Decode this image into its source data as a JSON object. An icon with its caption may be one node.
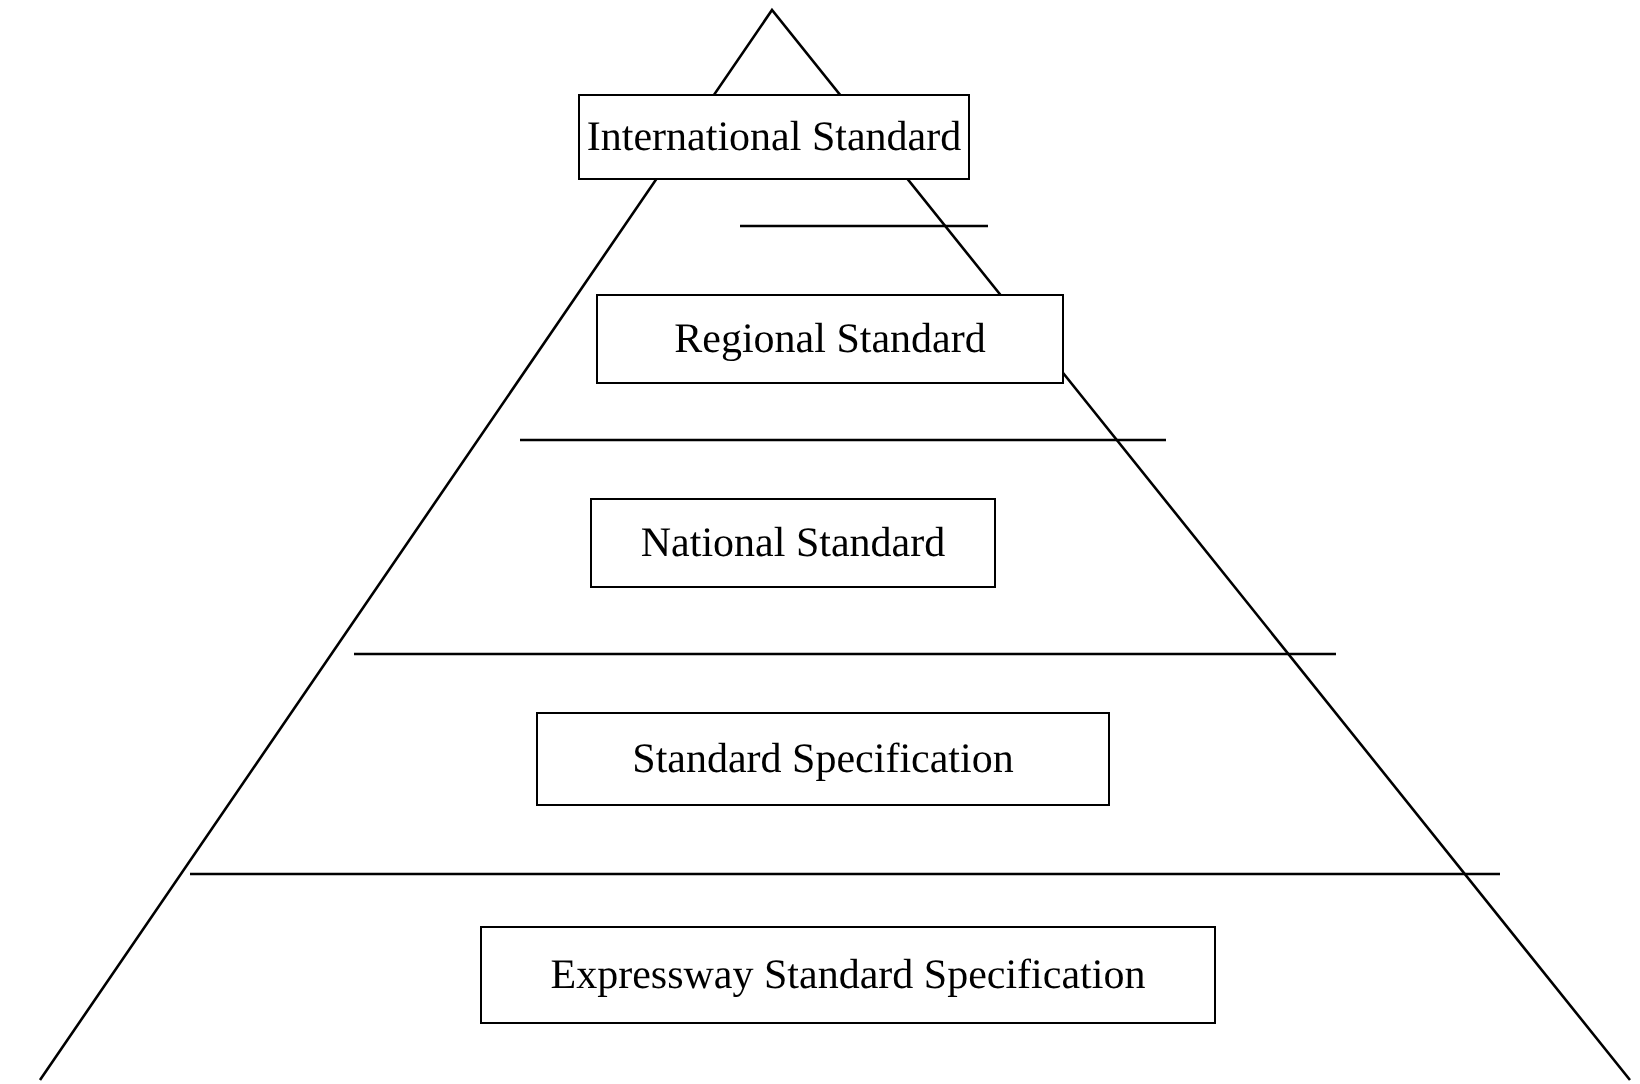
{
  "diagram": {
    "nodes": [
      {
        "text": [
          "International Standard"
        ]
      },
      {
        "text": [
          "Regional Standard"
        ]
      },
      {
        "text": [
          "National Standard"
        ]
      },
      {
        "text": [
          "Standard Specification"
        ]
      },
      {
        "text": [
          "Expressway Standard Specification"
        ]
      }
    ]
  }
}
